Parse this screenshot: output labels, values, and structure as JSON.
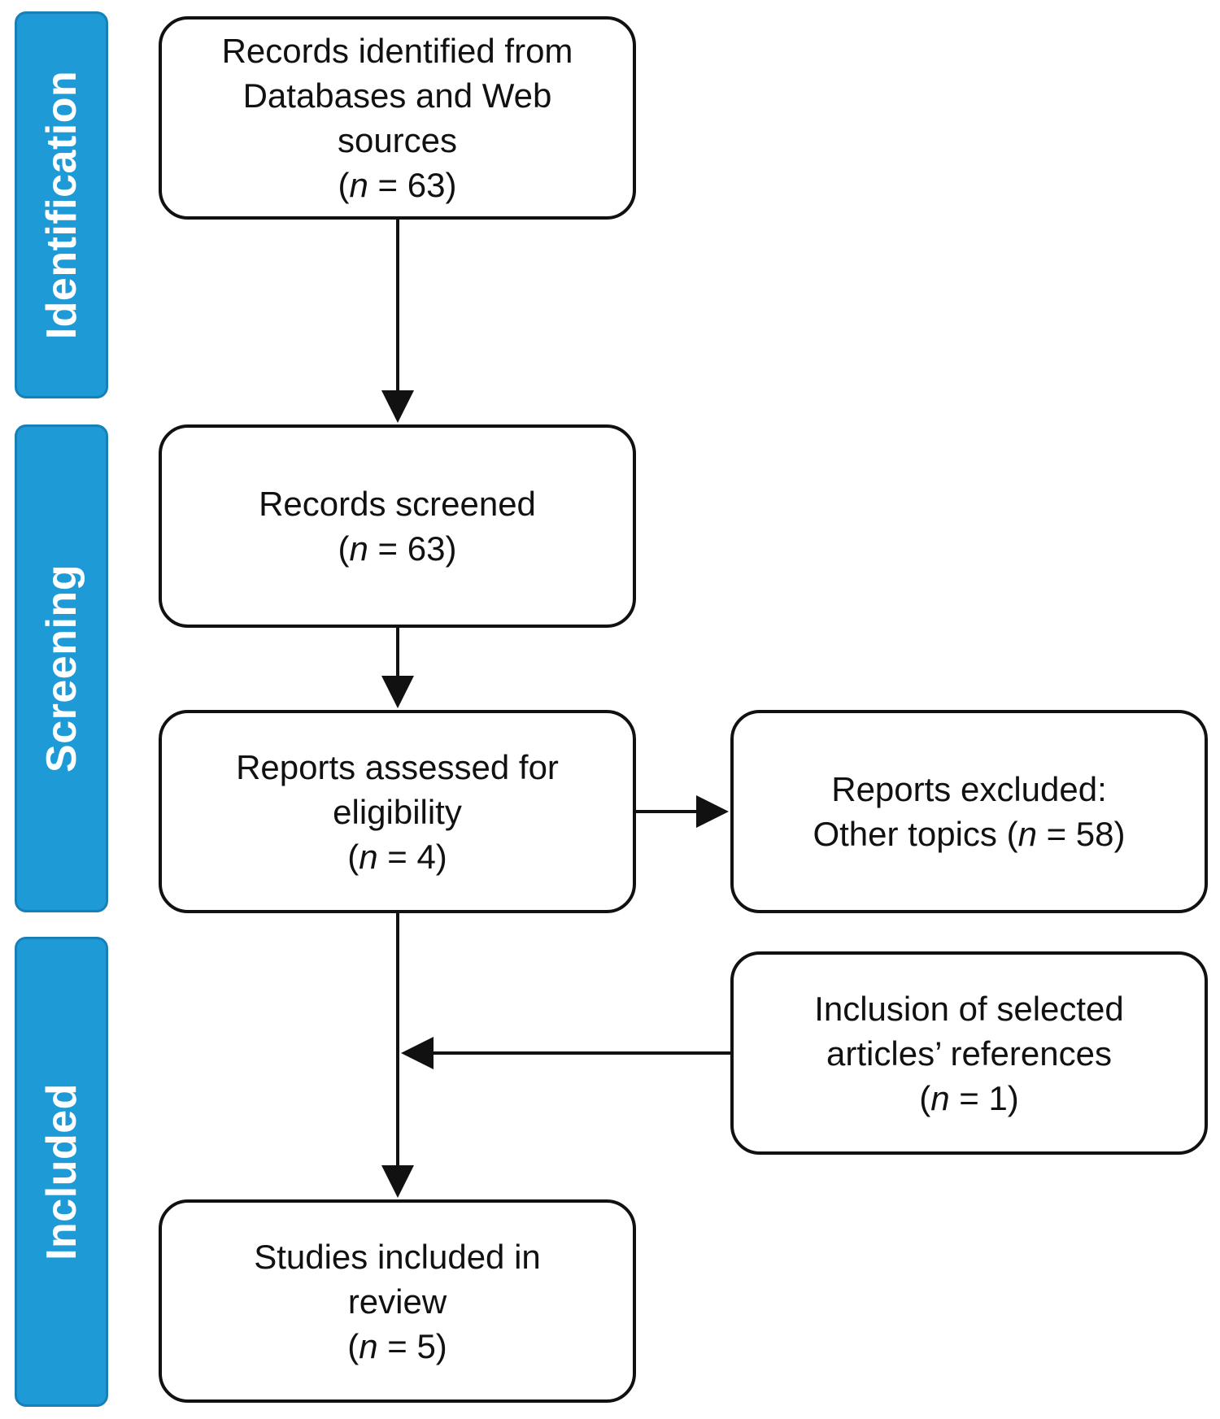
{
  "phases": {
    "identification": "Identification",
    "screening": "Screening",
    "included": "Included"
  },
  "boxes": {
    "identified": {
      "lines": [
        "Records identified from",
        "Databases and Web",
        "sources"
      ],
      "n_label": "n",
      "n_value": "63"
    },
    "screened": {
      "lines": [
        "Records screened"
      ],
      "n_label": "n",
      "n_value": "63"
    },
    "assessed": {
      "lines": [
        "Reports assessed for",
        "eligibility"
      ],
      "n_label": "n",
      "n_value": "4"
    },
    "excluded": {
      "lines": [
        "Reports excluded:",
        "Other topics ("
      ],
      "n_label": "n",
      "n_value": "58"
    },
    "references": {
      "lines": [
        "Inclusion of selected",
        "articles’ references"
      ],
      "n_label": "n",
      "n_value": "1"
    },
    "included": {
      "lines": [
        "Studies included in",
        "review"
      ],
      "n_label": "n",
      "n_value": "5"
    }
  },
  "colors": {
    "phase_fill": "#1e9ad6",
    "phase_border": "#1780b6",
    "box_border": "#111111",
    "arrow": "#111111"
  }
}
